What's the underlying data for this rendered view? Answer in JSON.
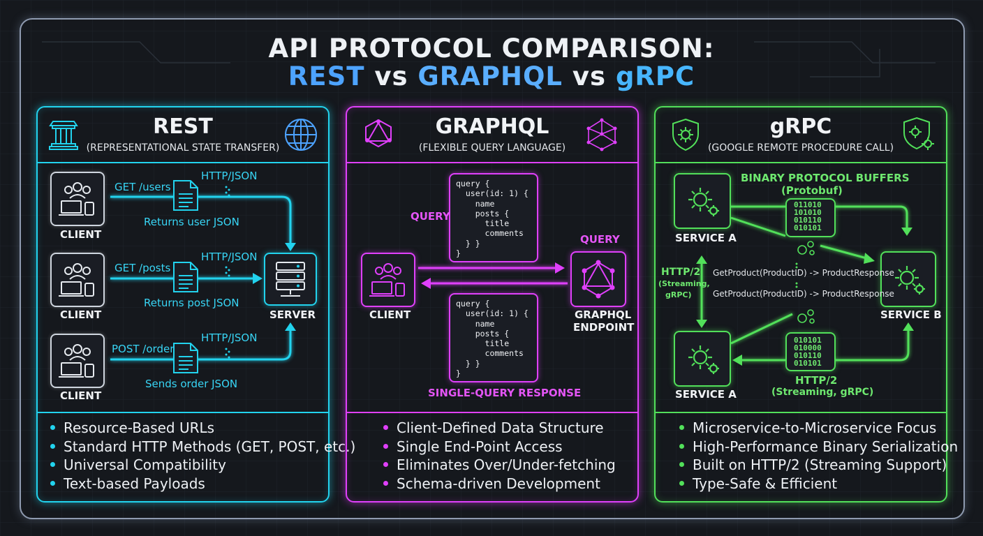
{
  "title": {
    "line1": "API PROTOCOL COMPARISON:",
    "rest": "REST",
    "vs1": "vs",
    "graphql": "GRAPHQL",
    "vs2": "vs",
    "grpc": "gRPC"
  },
  "colors": {
    "rest": "#22d3ee",
    "graphql": "#e040fb",
    "grpc": "#52e05a",
    "title_blue": "#4da3ff"
  },
  "rest": {
    "title": "REST",
    "subtitle": "(REPRESENTATIONAL STATE TRANSFER)",
    "icons": [
      "pillar-icon",
      "globe-icon"
    ],
    "flows": [
      {
        "client": "CLIENT",
        "request": "GET /users",
        "transport": "HTTP/JSON",
        "response": "Returns user JSON"
      },
      {
        "client": "CLIENT",
        "request": "GET /posts",
        "transport": "HTTP/JSON",
        "response": "Returns post JSON"
      },
      {
        "client": "CLIENT",
        "request": "POST /order",
        "transport": "HTTP/JSON",
        "response": "Sends order JSON"
      }
    ],
    "server": "SERVER",
    "bullets": [
      "Resource-Based URLs",
      "Standard HTTP Methods (GET, POST, etc.)",
      "Universal Compatibility",
      "Text-based Payloads"
    ]
  },
  "graphql": {
    "title": "GRAPHQL",
    "subtitle": "(FLEXIBLE QUERY LANGUAGE)",
    "icons": [
      "graph-triangle-icon",
      "graph-network-icon"
    ],
    "query_label_left": "QUERY",
    "query_label_right": "QUERY",
    "query_code": "query {\n  user(id: 1) {\n    name\n    posts {\n      title\n      comments\n  } }\n}",
    "response_code": "query {\n  user(id: 1) {\n    name\n    posts {\n      title\n      comments\n  } }\n}",
    "client": "CLIENT",
    "endpoint_line1": "GRAPHQL",
    "endpoint_line2": "ENDPOINT",
    "response_label": "SINGLE-QUERY RESPONSE",
    "bullets": [
      "Client-Defined Data Structure",
      "Single End-Point Access",
      "Eliminates Over/Under-fetching",
      "Schema-driven Development"
    ]
  },
  "grpc": {
    "title": "gRPC",
    "subtitle": "(GOOGLE REMOTE PROCEDURE CALL)",
    "icons": [
      "shield-gear-icon",
      "shield-gears-icon"
    ],
    "protobuf_line1": "BINARY PROTOCOL BUFFERS",
    "protobuf_line2": "(Protobuf)",
    "service_a_top": "SERVICE A",
    "service_a_bottom": "SERVICE A",
    "service_b": "SERVICE B",
    "http2_left_line1": "HTTP/2",
    "http2_left_line2": "(Streaming,",
    "http2_left_line3": "gRPC)",
    "rpc_call_1": "GetProduct(ProductID) -> ProductResponse",
    "rpc_call_2": "GetProduct(ProductID) -> ProductResponse",
    "binary_top": "011010\n101010\n010110\n010101",
    "binary_bottom": "010101\n010000\n010110\n010101",
    "http2_bottom_line1": "HTTP/2",
    "http2_bottom_line2": "(Streaming, gRPC)",
    "bullets": [
      "Microservice-to-Microservice Focus",
      "High-Performance Binary Serialization",
      "Built on HTTP/2 (Streaming Support)",
      "Type-Safe & Efficient"
    ]
  }
}
